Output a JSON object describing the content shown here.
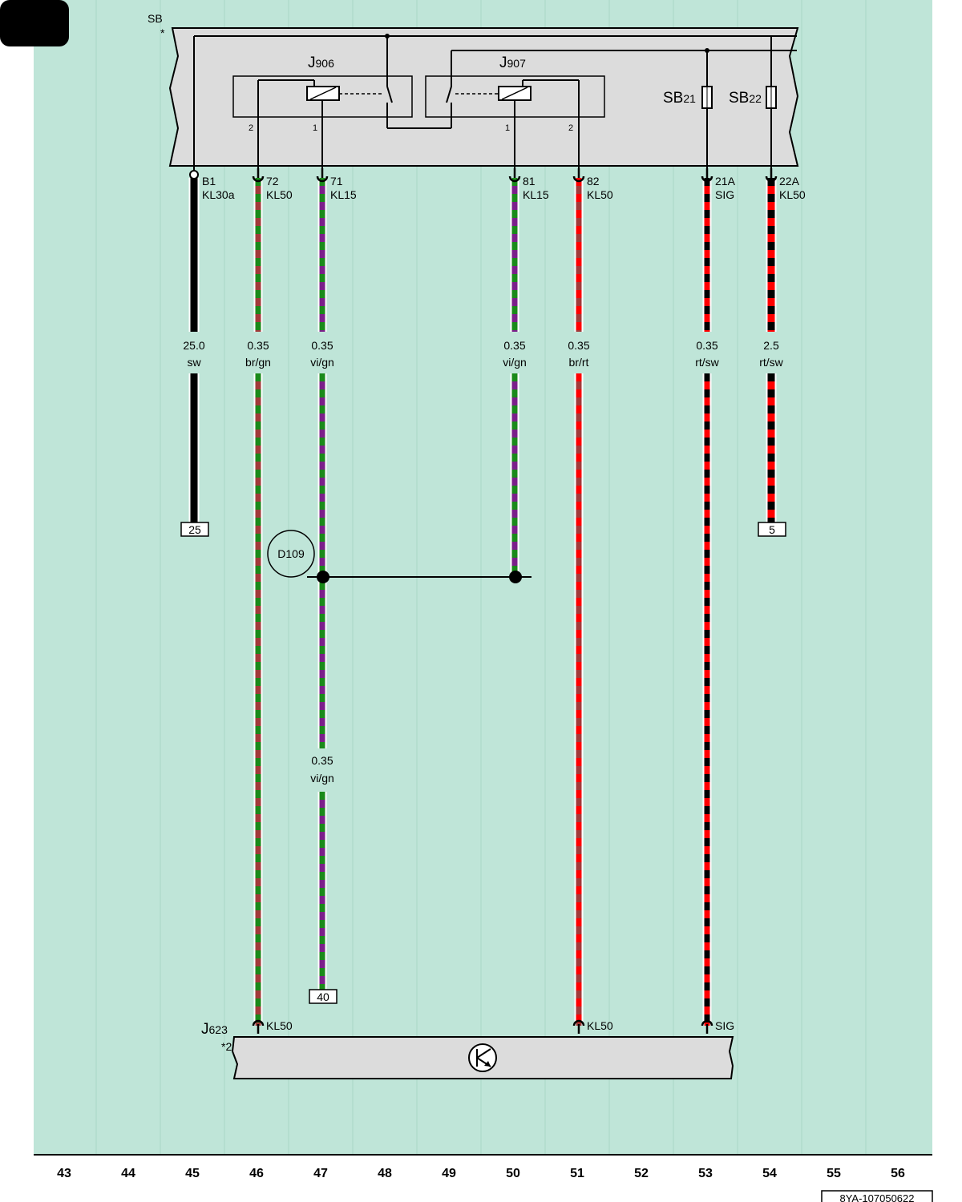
{
  "colors": {
    "background": "#bfe5d8",
    "module_fill": "#dcdcdc",
    "sw": "#000000",
    "br": "#a23a3a",
    "gn": "#1a8a1a",
    "vi": "#7b1f8a",
    "rt": "#ff0000"
  },
  "modules": {
    "sb": {
      "label": "SB",
      "note": "*"
    },
    "j906": {
      "label_main": "J",
      "label_sub": "906",
      "pin_left": "2",
      "pin_right": "1"
    },
    "j907": {
      "label_main": "J",
      "label_sub": "907",
      "pin_left": "1",
      "pin_right": "2"
    },
    "sb21": {
      "label_main": "SB",
      "label_sub": "21"
    },
    "sb22": {
      "label_main": "SB",
      "label_sub": "22"
    },
    "j623": {
      "label_main": "J",
      "label_sub": "623",
      "note": "*2"
    }
  },
  "wires": [
    {
      "pin": "B1",
      "terminal": "KL30a",
      "size": "25.0",
      "color": "sw",
      "c1": "sw",
      "c2": "sw"
    },
    {
      "pin": "72",
      "terminal": "KL50",
      "size": "0.35",
      "color": "br/gn",
      "c1": "br",
      "c2": "gn"
    },
    {
      "pin": "71",
      "terminal": "KL15",
      "size": "0.35",
      "color": "vi/gn",
      "c1": "vi",
      "c2": "gn"
    },
    {
      "pin": "81",
      "terminal": "KL15",
      "size": "0.35",
      "color": "vi/gn",
      "c1": "vi",
      "c2": "gn"
    },
    {
      "pin": "82",
      "terminal": "KL50",
      "size": "0.35",
      "color": "br/rt",
      "c1": "br",
      "c2": "rt"
    },
    {
      "pin": "21A",
      "terminal": "SIG",
      "size": "0.35",
      "color": "rt/sw",
      "c1": "rt",
      "c2": "sw"
    },
    {
      "pin": "22A",
      "terminal": "KL50",
      "size": "2.5",
      "color": "rt/sw",
      "c1": "rt",
      "c2": "sw"
    }
  ],
  "wire_lower": {
    "size": "0.35",
    "color": "vi/gn"
  },
  "references": {
    "ref_45": "25",
    "ref_54": "5",
    "ref_47": "40"
  },
  "splice": {
    "label": "D109"
  },
  "j623_pins": [
    "KL50",
    "KL50",
    "SIG"
  ],
  "grid_columns": [
    "43",
    "44",
    "45",
    "46",
    "47",
    "48",
    "49",
    "50",
    "51",
    "52",
    "53",
    "54",
    "55",
    "56"
  ],
  "sheet_id": "8YA-107050622"
}
